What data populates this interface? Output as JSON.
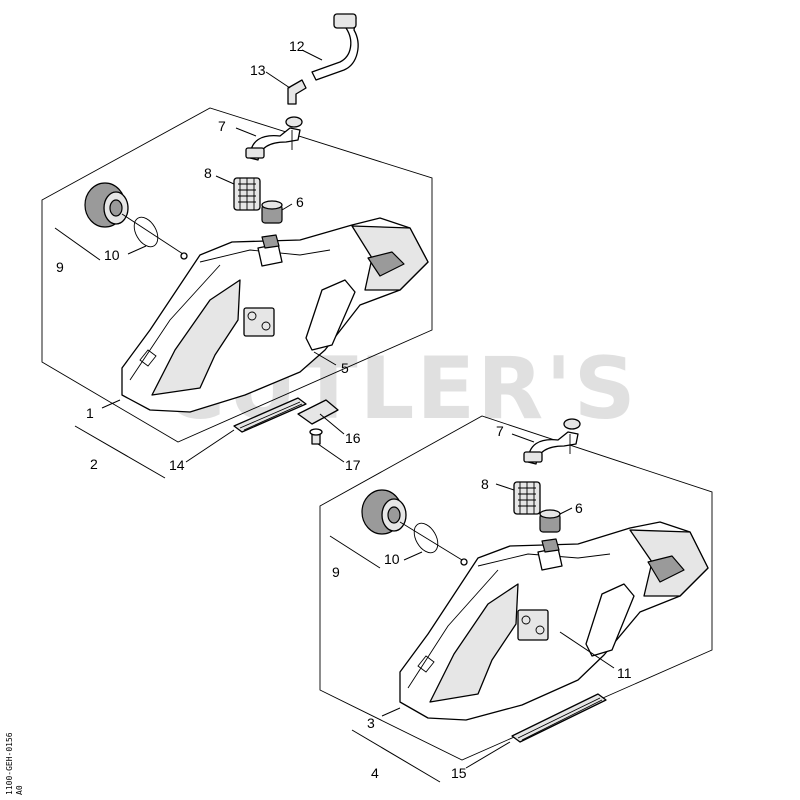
{
  "watermark": "CUTLER'S",
  "drawing_code": "1100-GEH-0156",
  "drawing_code_suffix": "A0",
  "callouts": {
    "c1": "1",
    "c2": "2",
    "c3": "3",
    "c4": "4",
    "c5": "5",
    "c6a": "6",
    "c6b": "6",
    "c7a": "7",
    "c7b": "7",
    "c8a": "8",
    "c8b": "8",
    "c9a": "9",
    "c9b": "9",
    "c10a": "10",
    "c10b": "10",
    "c11": "11",
    "c12": "12",
    "c13": "13",
    "c14": "14",
    "c15": "15",
    "c16": "16",
    "c17": "17"
  }
}
